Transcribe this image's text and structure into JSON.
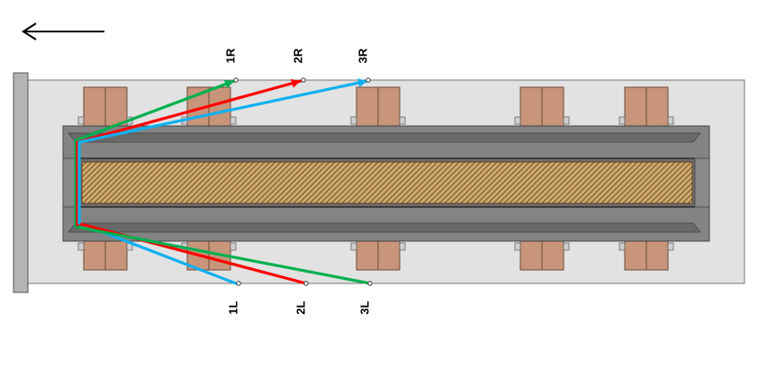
{
  "direction_arrow": {
    "icon": "arrow-left-icon"
  },
  "anchors_right": [
    {
      "label": "1R"
    },
    {
      "label": "2R"
    },
    {
      "label": "3R"
    }
  ],
  "anchors_left": [
    {
      "label": "1L"
    },
    {
      "label": "2L"
    },
    {
      "label": "3L"
    }
  ],
  "colors": {
    "deck": "#e2e2e2",
    "end_plate": "#b4b4b4",
    "block": "#c8957a",
    "beam": "#838383",
    "beam_inner": "#696969",
    "core_hatch": "#c8a063",
    "strap_red": "#ff0000",
    "strap_green": "#00b050",
    "strap_blue": "#10b0f0"
  }
}
